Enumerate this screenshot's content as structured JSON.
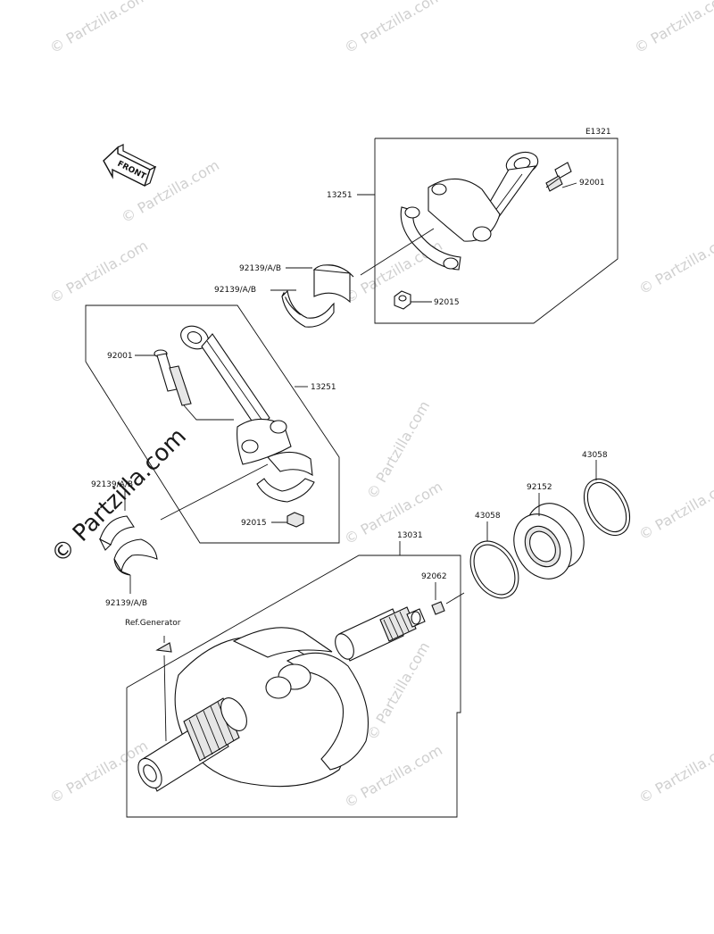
{
  "diagram_code": "E1321",
  "front_label": "FRONT",
  "watermark_text": "© Partzilla.com",
  "callouts": {
    "p13251_top": "13251",
    "p92001_top": "92001",
    "p92015_top": "92015",
    "p92139_a": "92139/A/B",
    "p92139_b": "92139/A/B",
    "p92001_left": "92001",
    "p13251_left": "13251",
    "p92139_c": "92139/A/B",
    "p92015_left": "92015",
    "p92139_d": "92139/A/B",
    "ref_generator": "Ref.Generator",
    "p13031": "13031",
    "p92062": "92062",
    "p43058_mid": "43058",
    "p92152": "92152",
    "p43058_right": "43058"
  },
  "colors": {
    "line": "#111111",
    "watermark": "#d0d0d0",
    "background": "#ffffff"
  }
}
